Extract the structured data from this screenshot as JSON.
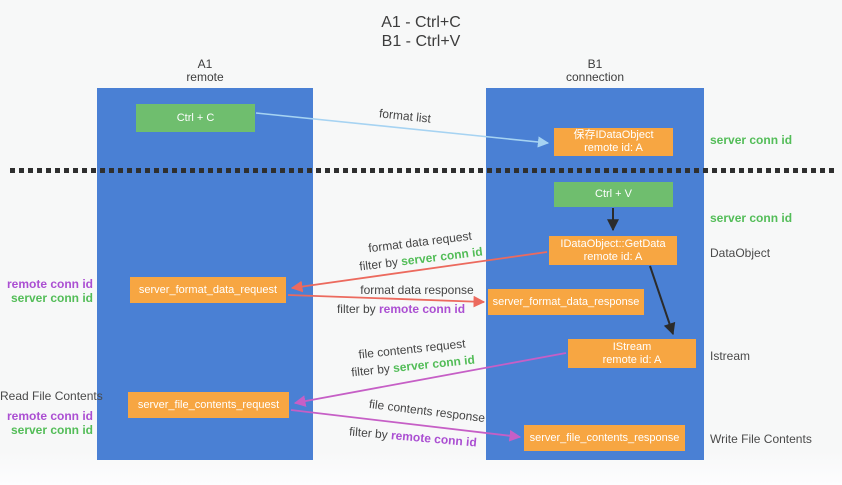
{
  "title": {
    "line1": "A1 - Ctrl+C",
    "line2": "B1 - Ctrl+V"
  },
  "columns": {
    "left": {
      "name": "A1",
      "subtitle": "remote"
    },
    "right": {
      "name": "B1",
      "subtitle": "connection"
    }
  },
  "boxes": {
    "ctrl_c": {
      "label": "Ctrl + C"
    },
    "save_idataobject": {
      "line1": "保存IDataObject",
      "line2": "remote id: A"
    },
    "ctrl_v": {
      "label": "Ctrl + V"
    },
    "getdata": {
      "line1": "IDataObject::GetData",
      "line2": "remote id: A"
    },
    "format_request": {
      "label": "server_format_data_request"
    },
    "format_response": {
      "label": "server_format_data_response"
    },
    "istream": {
      "line1": "IStream",
      "line2": "remote id: A"
    },
    "file_request": {
      "label": "server_file_contents_request"
    },
    "file_response": {
      "label": "server_file_contents_response"
    }
  },
  "flow_labels": {
    "format_list": "format list",
    "format_data_request": "format data request",
    "format_data_response": "format data response",
    "file_contents_request": "file contents request",
    "file_contents_response": "file contents response",
    "filter_by": "filter by",
    "server_conn_id": "server conn id",
    "remote_conn_id": "remote conn id"
  },
  "side_labels": {
    "read_file_contents": "Read File Contents",
    "write_file_contents": "Write File Contents",
    "dataobject": "DataObject",
    "istream": "Istream",
    "server_conn_id": "server conn id",
    "remote_conn_id": "remote conn id"
  },
  "edges": [
    {
      "from": "ctrl_c",
      "to": "save_idataobject",
      "label": "format list",
      "color": "lightblue"
    },
    {
      "from": "ctrl_v",
      "to": "getdata",
      "color": "black"
    },
    {
      "from": "getdata",
      "to": "format_request",
      "label": "format data request / filter by server conn id",
      "color": "salmon"
    },
    {
      "from": "format_request",
      "to": "format_response",
      "label": "format data response / filter by remote conn id",
      "color": "salmon"
    },
    {
      "from": "getdata",
      "to": "istream",
      "color": "black"
    },
    {
      "from": "istream",
      "to": "file_request",
      "label": "file contents request / filter by server conn id",
      "color": "magenta"
    },
    {
      "from": "file_request",
      "to": "file_response",
      "label": "file contents response / filter by remote conn id",
      "color": "magenta"
    }
  ],
  "colors": {
    "background": "#f7f8f8",
    "column_blue": "#4a80d4",
    "box_green": "#6fbe6e",
    "box_orange": "#f7a642",
    "green_text": "#53bd58",
    "purple_text": "#ab4fd2",
    "salmon_arrow": "#ec6a5e",
    "magenta_arrow": "#c65fc6",
    "lightblue_arrow": "#a6d3f2",
    "black_arrow": "#2b2b2b",
    "text_dark": "#3d3d3d",
    "text_gray": "#4a4a4a"
  }
}
